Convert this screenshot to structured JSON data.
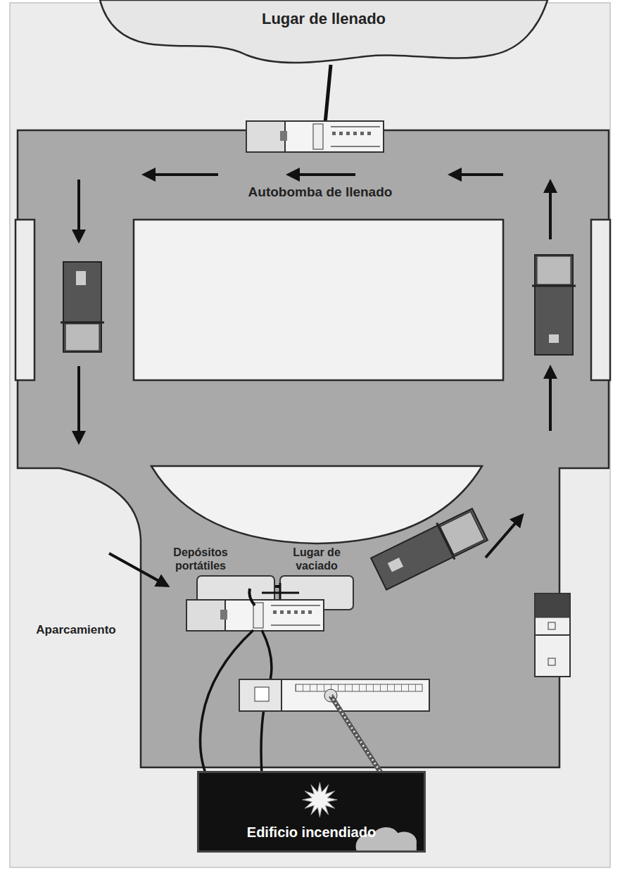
{
  "diagram": {
    "nodes": [
      {
        "text": [
          "Lugar de llenado"
        ]
      },
      {
        "text": [
          "Edificio incendiado"
        ]
      }
    ],
    "labels": [
      "Autobomba de llenado",
      "Depósitos portátiles",
      "Lugar de vaciado",
      "Aparcamiento"
    ]
  }
}
